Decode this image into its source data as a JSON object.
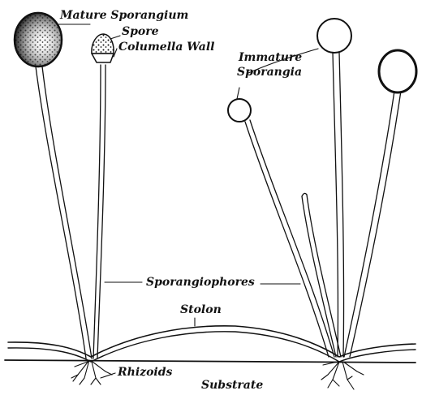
{
  "labels": {
    "mature_sporangium": "Mature Sporangium",
    "spore": "Spore",
    "columella_wall": "Columella Wall",
    "immature": "Immature",
    "sporangia": "Sporangia",
    "sporangiophores": "Sporangiophores",
    "stolon": "Stolon",
    "rhizoids": "Rhizoids",
    "substrate": "Substrate"
  },
  "colors": {
    "ink": "#111111",
    "background": "#ffffff"
  }
}
